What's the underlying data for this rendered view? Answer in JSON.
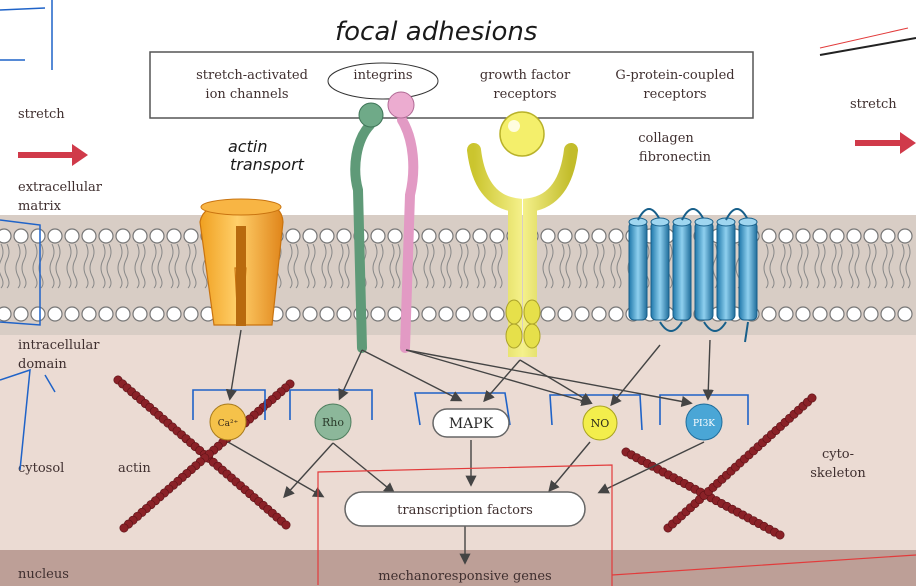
{
  "labels": {
    "handwritten_title": "focal adhesions",
    "handwritten_note_1": "actin",
    "handwritten_note_2": "transport",
    "receptor_box": {
      "item1_line1": "stretch-activated",
      "item1_line2": "ion channels",
      "item2": "integrins",
      "item3_line1": "growth factor",
      "item3_line2": "receptors",
      "item4_line1": "G-protein-coupled",
      "item4_line2": "receptors"
    },
    "stretch_left": "stretch",
    "stretch_right": "stretch",
    "collagen": "collagen",
    "fibronectin": "fibronectin",
    "extracellular_1": "extracellular",
    "extracellular_2": "matrix",
    "intracellular_1": "intracellular",
    "intracellular_2": "domain",
    "cytosol": "cytosol",
    "actin": "actin",
    "cytoskeleton_1": "cyto-",
    "cytoskeleton_2": "skeleton",
    "nucleus": "nucleus",
    "signals": {
      "ca": "Ca²⁺",
      "rho": "Rho",
      "mapk": "MAPK",
      "no": "NO",
      "pi3k": "PI3K"
    },
    "transcription_factors": "transcription factors",
    "genes": "mechanoresponsive genes"
  },
  "colors": {
    "membrane_band": "#d8cdc5",
    "cytosol_band": "#e9d8d0",
    "nucleus_band": "#b99a92",
    "channel_orange": "#f4a11d",
    "integrin_green": "#5f9a78",
    "integrin_pink": "#e29ac4",
    "gf_yellow": "#e6e04a",
    "gpcr_blue": "#3d9fd0",
    "actin_red": "#8a2127",
    "stretch_arrow": "#d03a4a",
    "annotation_blue": "#1f63c8",
    "annotation_red": "#e23b3b"
  },
  "icons": [
    "stretch-arrow-left",
    "stretch-arrow-right",
    "ion-channel",
    "integrin-green",
    "integrin-pink",
    "growth-factor-receptor",
    "gpcr",
    "actin-filament"
  ]
}
